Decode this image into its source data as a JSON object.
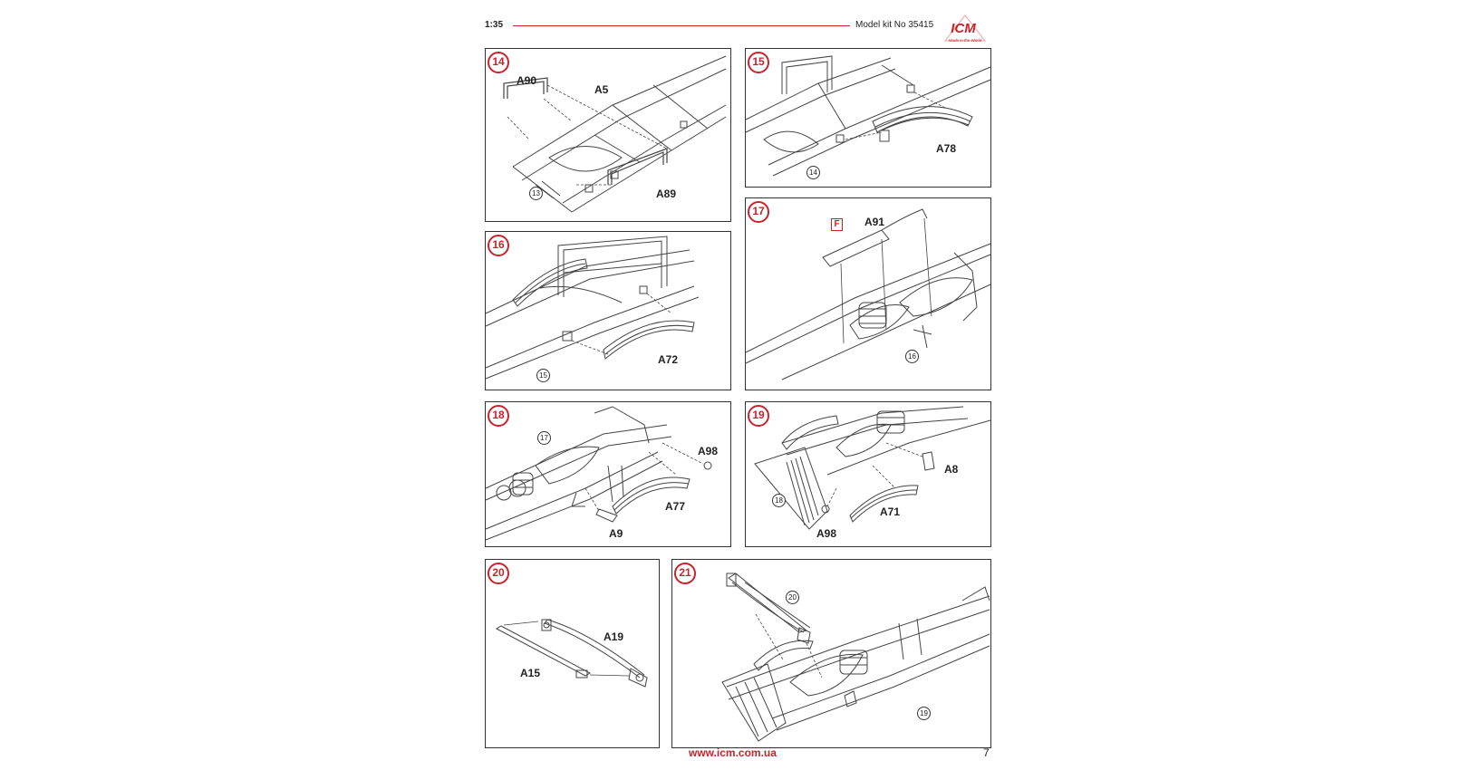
{
  "header": {
    "scale": "1:35",
    "kit_number": "Model kit No 35415",
    "logo_text": "ICM",
    "logo_tagline": "Made in the World",
    "brand_color": "#c8232c"
  },
  "steps": [
    {
      "number": "14",
      "parts": [
        "A90",
        "A5",
        "A89"
      ],
      "refs": [
        "13"
      ]
    },
    {
      "number": "15",
      "parts": [
        "A78"
      ],
      "refs": [
        "14"
      ]
    },
    {
      "number": "16",
      "parts": [
        "A72"
      ],
      "refs": [
        "15"
      ]
    },
    {
      "number": "17",
      "parts": [
        "A91"
      ],
      "refs": [
        "16"
      ],
      "color_code": "F"
    },
    {
      "number": "18",
      "parts": [
        "A98",
        "A77",
        "A9"
      ],
      "refs": [
        "17"
      ]
    },
    {
      "number": "19",
      "parts": [
        "A8",
        "A71",
        "A98"
      ],
      "refs": [
        "18"
      ]
    },
    {
      "number": "20",
      "parts": [
        "A19",
        "A15"
      ],
      "refs": []
    },
    {
      "number": "21",
      "parts": [],
      "refs": [
        "20",
        "19"
      ]
    }
  ],
  "footer": {
    "url": "www.icm.com.ua",
    "page_number": "7"
  }
}
